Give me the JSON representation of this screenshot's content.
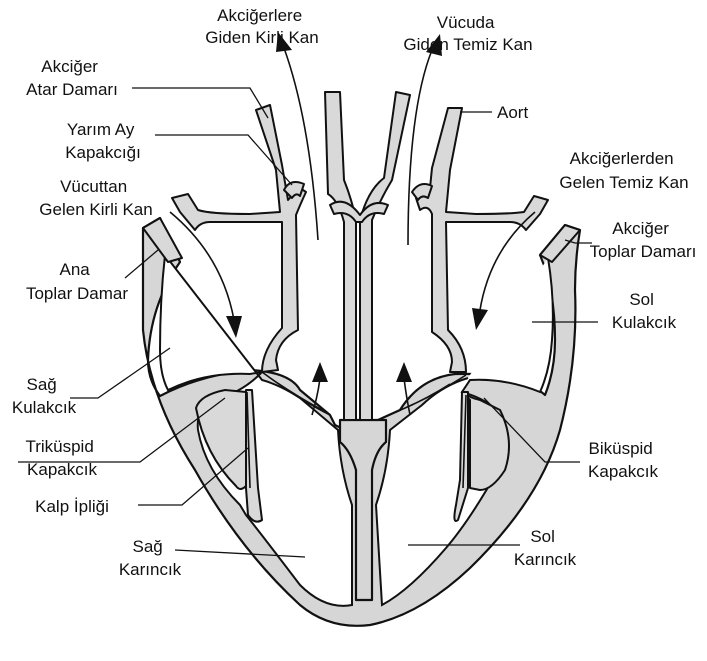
{
  "labels": {
    "akcigerlere": [
      "Akciğerlere",
      "Giden Kirli Kan"
    ],
    "vucuda": [
      "Vücuda",
      "Giden Temiz Kan"
    ],
    "akciger_atar": [
      "Akciğer",
      "Atar Damarı"
    ],
    "aort": [
      "Aort"
    ],
    "yarim_ay": [
      "Yarım Ay",
      "Kapakcığı"
    ],
    "vucuttan": [
      "Vücuttan",
      "Gelen Kirli Kan"
    ],
    "akcigerlerden": [
      "Akciğerlerden",
      "Gelen Temiz Kan"
    ],
    "akciger_toplar": [
      "Akciğer",
      "Toplar Damarı"
    ],
    "ana_toplar": [
      "Ana",
      "Toplar Damar"
    ],
    "sol_kulakcik": [
      "Sol",
      "Kulakcık"
    ],
    "sag_kulakcik": [
      "Sağ",
      "Kulakcık"
    ],
    "trikuspid": [
      "Triküspid",
      "Kapakcık"
    ],
    "bikuspid": [
      "Biküspid",
      "Kapakcık"
    ],
    "kalp_ipligi": [
      "Kalp İpliği"
    ],
    "sag_karincik": [
      "Sağ",
      "Karıncık"
    ],
    "sol_karincik": [
      "Sol",
      "Karıncık"
    ]
  }
}
